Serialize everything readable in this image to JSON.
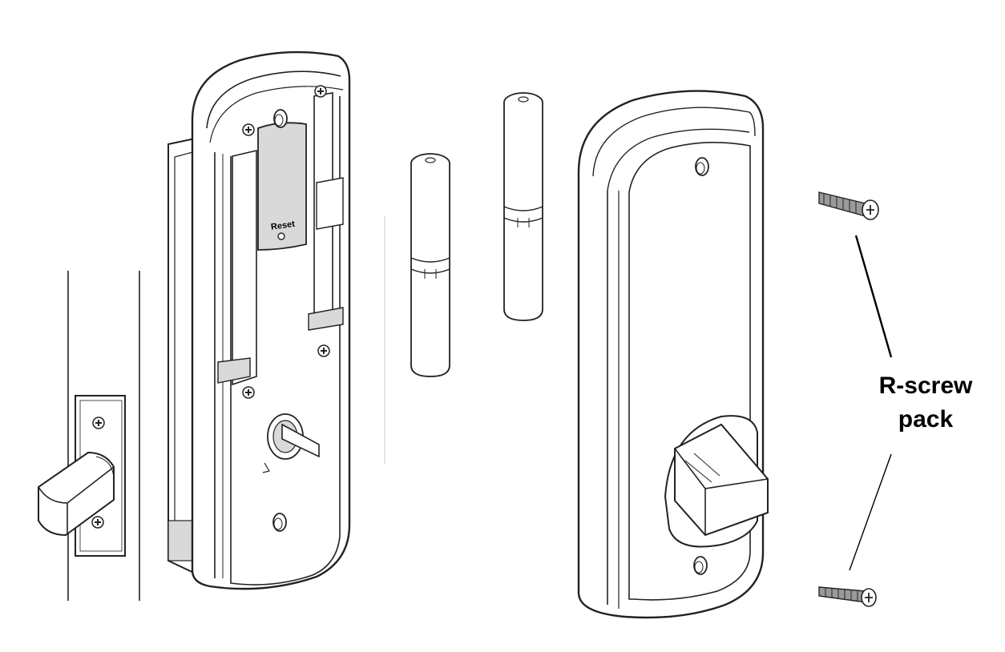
{
  "labels": {
    "reset": "Reset",
    "callout_line1": "R-screw",
    "callout_line2": "pack"
  },
  "colors": {
    "line": "#222222",
    "background": "#ffffff",
    "shade": "#d9d9d9",
    "dark_shade": "#9a9a9a"
  },
  "icons": {
    "screw_head": "phillips-screw-icon"
  }
}
